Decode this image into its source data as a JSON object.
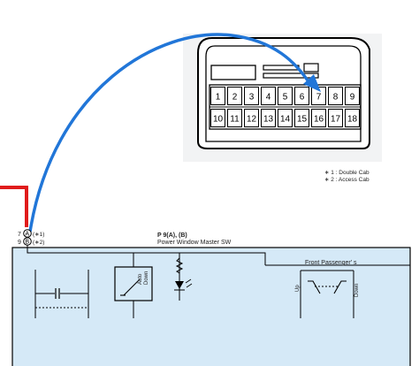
{
  "connector": {
    "top_row": [
      "1",
      "2",
      "3",
      "4",
      "5",
      "6",
      "7",
      "8",
      "9"
    ],
    "bottom_row": [
      "10",
      "11",
      "12",
      "13",
      "14",
      "15",
      "16",
      "17",
      "18"
    ],
    "highlight_pin": "7"
  },
  "notes": [
    "∗ 1 : Double Cab",
    "∗ 2 : Access Cab"
  ],
  "wiring": {
    "pin_a_row": "7",
    "pin_a_letter": "A",
    "pin_a_note": "(∗1)",
    "pin_b_row": "9",
    "pin_b_letter": "B",
    "pin_b_note": "(∗2)",
    "part_code": "P 9(A), (B)",
    "part_name": "Power Window Master SW",
    "auto_label": "Auto",
    "down_label": "Down",
    "front_passenger": "Front Passenger' s",
    "up_label": "Up",
    "down_label_right": "Down"
  },
  "colors": {
    "arrow": "#2176d8",
    "red_wire": "#e01b1b",
    "panel_bg": "#d5e9f7",
    "connector_panel_bg": "#f2f3f4"
  }
}
